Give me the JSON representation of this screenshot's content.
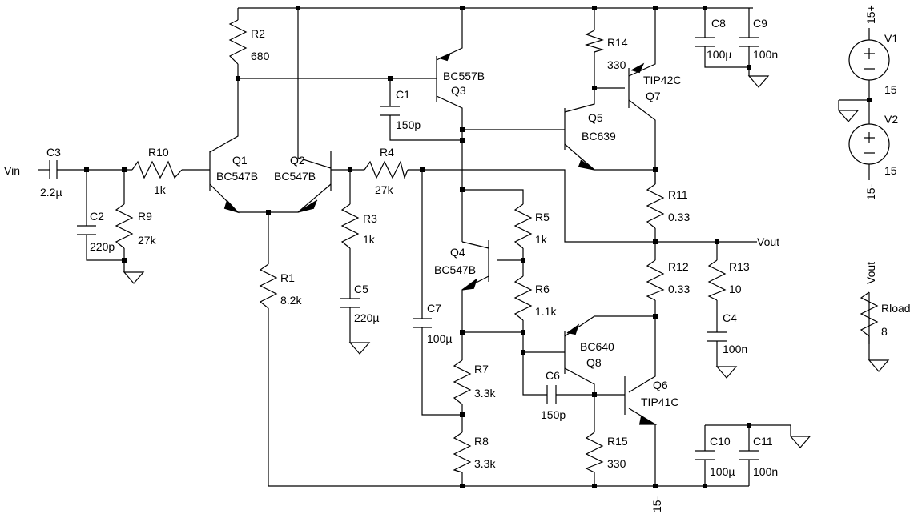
{
  "schematic": {
    "nodes": {
      "vin": "Vin",
      "vout": "Vout",
      "vout_load": "Vout",
      "vplus": "15+",
      "vminus_source": "15-",
      "vminus_bottom": "15-"
    },
    "components": {
      "C3": {
        "name": "C3",
        "value": "2.2µ"
      },
      "C2": {
        "name": "C2",
        "value": "220p"
      },
      "R10": {
        "name": "R10",
        "value": "1k"
      },
      "R9": {
        "name": "R9",
        "value": "27k"
      },
      "R2": {
        "name": "R2",
        "value": "680"
      },
      "Q1": {
        "name": "Q1",
        "value": "BC547B"
      },
      "Q2": {
        "name": "Q2",
        "value": "BC547B"
      },
      "R1": {
        "name": "R1",
        "value": "8.2k"
      },
      "R4": {
        "name": "R4",
        "value": "27k"
      },
      "R3": {
        "name": "R3",
        "value": "1k"
      },
      "C5": {
        "name": "C5",
        "value": "220µ"
      },
      "C1": {
        "name": "C1",
        "value": "150p"
      },
      "Q3": {
        "name": "Q3",
        "value": "BC557B"
      },
      "C7": {
        "name": "C7",
        "value": "100µ"
      },
      "Q4": {
        "name": "Q4",
        "value": "BC547B"
      },
      "R5": {
        "name": "R5",
        "value": "1k"
      },
      "R6": {
        "name": "R6",
        "value": "1.1k"
      },
      "R7": {
        "name": "R7",
        "value": "3.3k"
      },
      "R8": {
        "name": "R8",
        "value": "3.3k"
      },
      "R14": {
        "name": "R14",
        "value": "330"
      },
      "Q7": {
        "name": "Q7",
        "value": "TIP42C"
      },
      "Q5": {
        "name": "Q5",
        "value": "BC639"
      },
      "R11": {
        "name": "R11",
        "value": "0.33"
      },
      "R12": {
        "name": "R12",
        "value": "0.33"
      },
      "Q8": {
        "name": "Q8",
        "value": "BC640"
      },
      "C6": {
        "name": "C6",
        "value": "150p"
      },
      "Q6": {
        "name": "Q6",
        "value": "TIP41C"
      },
      "R15": {
        "name": "R15",
        "value": "330"
      },
      "C8": {
        "name": "C8",
        "value": "100µ"
      },
      "C9": {
        "name": "C9",
        "value": "100n"
      },
      "R13": {
        "name": "R13",
        "value": "10"
      },
      "C4": {
        "name": "C4",
        "value": "100n"
      },
      "C10": {
        "name": "C10",
        "value": "100µ"
      },
      "C11": {
        "name": "C11",
        "value": "100n"
      },
      "V1": {
        "name": "V1",
        "value": "15"
      },
      "V2": {
        "name": "V2",
        "value": "15"
      },
      "Rload": {
        "name": "Rload",
        "value": "8"
      }
    }
  }
}
